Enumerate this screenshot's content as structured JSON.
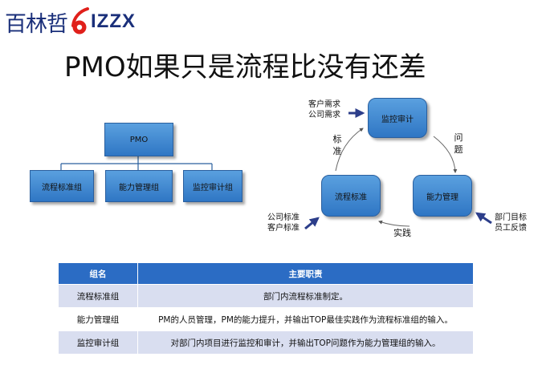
{
  "logo": {
    "cn": "百林哲",
    "en": "IZZX"
  },
  "title": "PMO如果只是流程比没有还差",
  "org_chart": {
    "root": "PMO",
    "children": [
      "流程标准组",
      "能力管理组",
      "监控审计组"
    ]
  },
  "cycle": {
    "nodes": {
      "top": "监控审计",
      "left": "流程标准",
      "right": "能力管理"
    },
    "edge_labels": {
      "left_vertical": "标准",
      "right_vertical": "问题",
      "bottom": "实践"
    },
    "inputs": {
      "top_left": [
        "客户需求",
        "公司需求"
      ],
      "bottom_left": [
        "公司标准",
        "客户标准"
      ],
      "bottom_right": [
        "部门目标",
        "员工反馈"
      ]
    }
  },
  "table": {
    "headers": [
      "组名",
      "主要职责"
    ],
    "rows": [
      {
        "name": "流程标准组",
        "duty": "部门内流程标准制定。"
      },
      {
        "name": "能力管理组",
        "duty": "PM的人员管理，PM的能力提升，并输出TOP最佳实践作为流程标准组的输入。"
      },
      {
        "name": "监控审计组",
        "duty": "对部门内项目进行监控和审计，并输出TOP问题作为能力管理组的输入。"
      }
    ]
  },
  "colors": {
    "box": "#2f76c4",
    "header": "#2b6cc4",
    "row_shade": "#d9def0",
    "logo": "#1a2f7a",
    "logo_accent": "#e0201b"
  }
}
